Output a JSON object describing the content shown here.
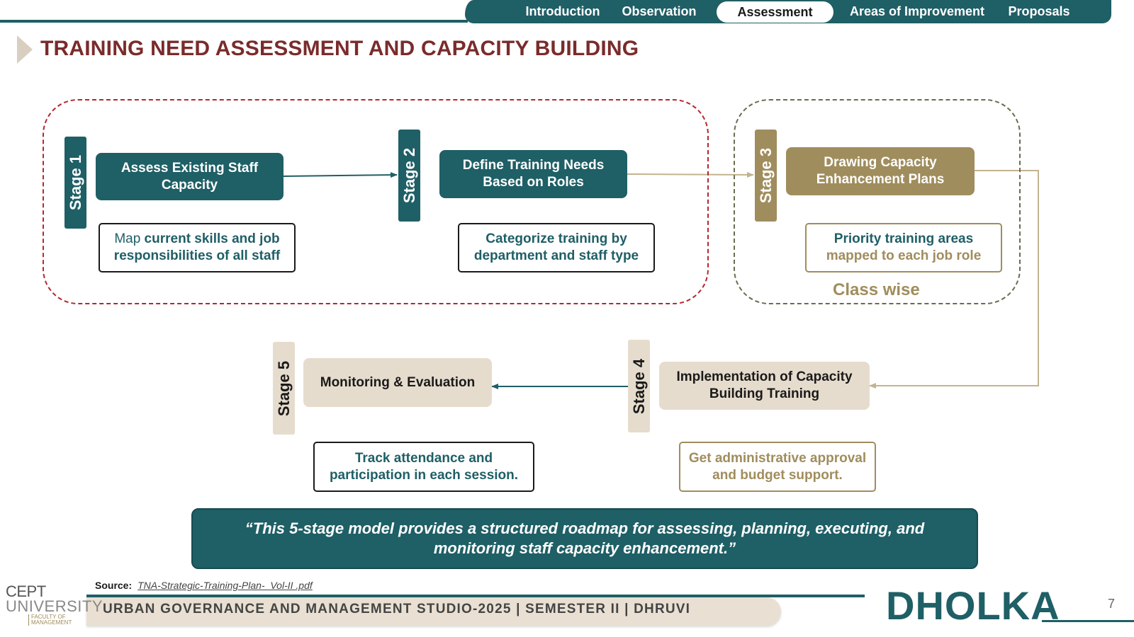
{
  "nav": {
    "items": [
      {
        "label": "Introduction",
        "active": false
      },
      {
        "label": "Observation",
        "active": false
      },
      {
        "label": "Assessment",
        "active": true
      },
      {
        "label": "Areas of Improvement",
        "active": false
      },
      {
        "label": "Proposals",
        "active": false
      }
    ]
  },
  "title": "TRAINING NEED ASSESSMENT AND CAPACITY BUILDING",
  "stages": [
    {
      "tag": "Stage 1",
      "process": "Assess Existing Staff Capacity",
      "desc_light": "Map",
      "desc_bold": " current skills and job responsibilities of all staff"
    },
    {
      "tag": "Stage 2",
      "process": "Define Training Needs Based on Roles",
      "desc": "Categorize training by department and staff type"
    },
    {
      "tag": "Stage 3",
      "process": "Drawing Capacity Enhancement Plans",
      "desc_line1": "Priority training areas",
      "desc_line2": "mapped to each job role"
    },
    {
      "tag": "Stage 4",
      "process": "Implementation of Capacity Building Training",
      "desc": "Get administrative approval and budget support."
    },
    {
      "tag": "Stage 5",
      "process": "Monitoring & Evaluation",
      "desc": "Track attendance and participation in each session."
    }
  ],
  "class_wise": "Class wise",
  "quote": "“This 5-stage model provides a structured roadmap for assessing, planning, executing, and monitoring staff capacity enhancement.”",
  "footer": {
    "source_label": "Source:",
    "source_link": "TNA-Strategic-Training-Plan-_Vol-II .pdf",
    "bar_text": "URBAN GOVERNANCE AND MANAGEMENT STUDIO-2025 | SEMESTER II | DHRUVI",
    "place": "DHOLKA",
    "page_number": "7",
    "logo_line1": "CEPT",
    "logo_line2": "UNIVERSITY",
    "logo_line3": "FACULTY OF MANAGEMENT"
  },
  "colors": {
    "teal": "#1f5f66",
    "olive": "#a08d5d",
    "beige": "#e6dccd",
    "maroon": "#7a2b2b",
    "red_dash": "#b3272d"
  }
}
